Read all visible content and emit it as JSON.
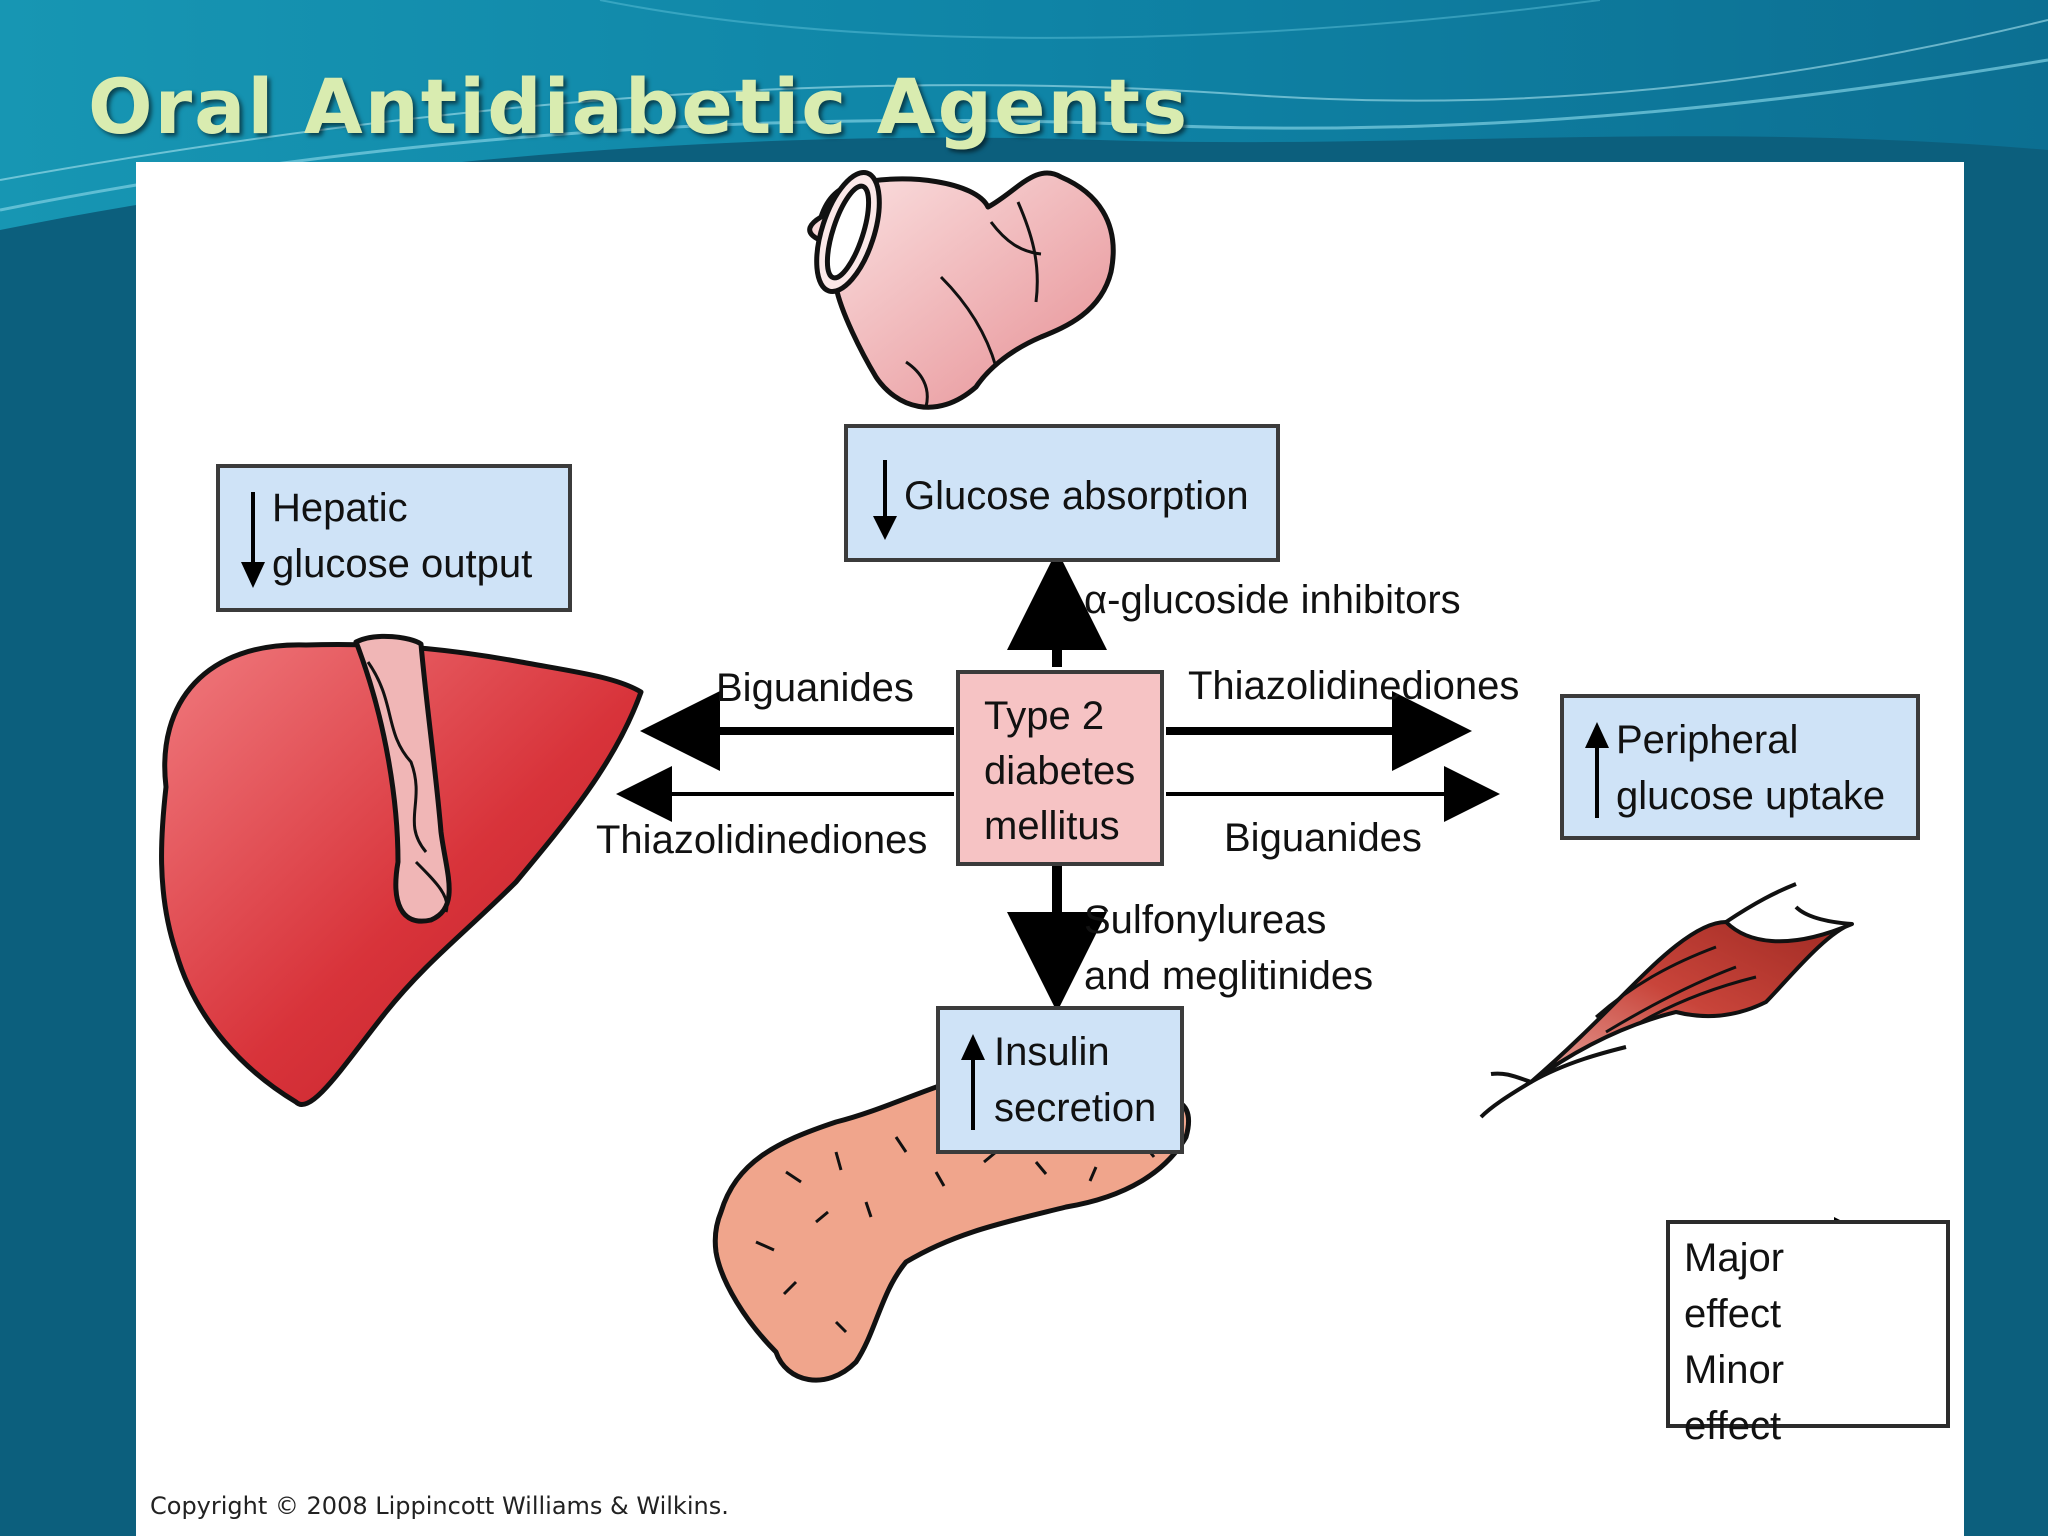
{
  "slide": {
    "title": "Oral Antidiabetic Agents"
  },
  "diagram": {
    "center_box": {
      "line1": "Type 2",
      "line2": "diabetes",
      "line3": "mellitus"
    },
    "boxes": {
      "glucose_absorption": "Glucose absorption",
      "hepatic_line1": "Hepatic",
      "hepatic_line2": "glucose output",
      "peripheral_line1": "Peripheral",
      "peripheral_line2": "glucose uptake",
      "insulin_line1": "Insulin",
      "insulin_line2": "secretion"
    },
    "arrow_labels": {
      "alpha_glucoside": "α-glucoside inhibitors",
      "biguanides_left": "Biguanides",
      "thiazolidinediones_left": "Thiazolidinediones",
      "thiazolidinediones_right": "Thiazolidinediones",
      "biguanides_right": "Biguanides",
      "sulfonylureas_line1": "Sulfonylureas",
      "sulfonylureas_line2": "and meglitinides"
    },
    "legend": {
      "major_line1": "Major",
      "major_line2": "effect",
      "minor_line1": "Minor",
      "minor_line2": "effect"
    },
    "copyright": "Copyright © 2008 Lippincott Williams & Wilkins.",
    "icons": [
      "intestine-icon",
      "liver-icon",
      "muscle-icon",
      "pancreas-icon",
      "down-arrow-icon",
      "up-arrow-icon"
    ],
    "colors": {
      "box_blue": "#cfe3f7",
      "box_pink": "#f6c3c4",
      "liver_red": "#d3262f",
      "intestine_pink": "#ec9ea0",
      "muscle_red": "#c8443a",
      "pancreas_peach": "#f0a58c"
    }
  }
}
